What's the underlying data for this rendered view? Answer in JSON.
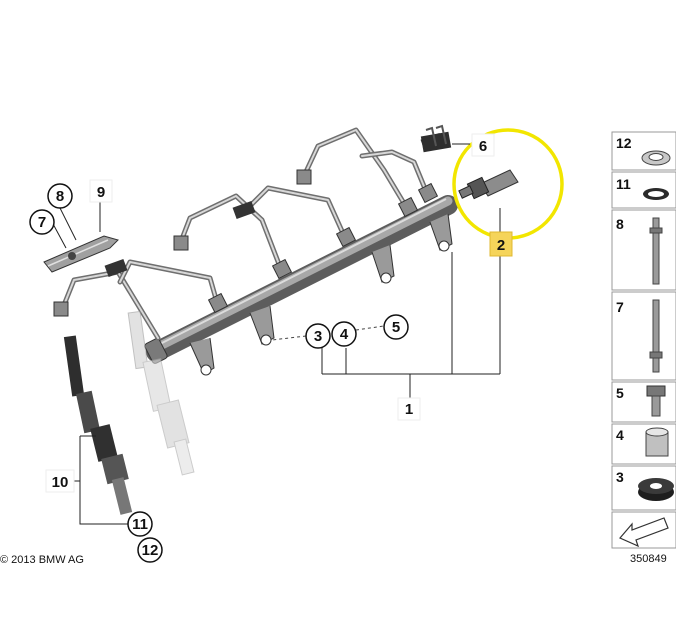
{
  "callouts": {
    "c1": "1",
    "c2": "2",
    "c3": "3",
    "c4": "4",
    "c5": "5",
    "c6": "6",
    "c7": "7",
    "c8": "8",
    "c9": "9",
    "c10": "10",
    "c11": "11",
    "c12": "12"
  },
  "legend": {
    "items": [
      {
        "num": "12",
        "icon": "seal-ring-icon"
      },
      {
        "num": "11",
        "icon": "o-ring-icon"
      },
      {
        "num": "8",
        "icon": "long-stud-icon"
      },
      {
        "num": "7",
        "icon": "stud-bolt-icon"
      },
      {
        "num": "5",
        "icon": "hex-bolt-icon"
      },
      {
        "num": "4",
        "icon": "spacer-sleeve-icon"
      },
      {
        "num": "3",
        "icon": "rubber-grommet-icon"
      }
    ]
  },
  "footer": {
    "copyright": "© 2013 BMW AG",
    "diagram_number": "350849"
  },
  "colors": {
    "highlight_circle": "#f2e600",
    "callout_2_fill": "#f5d45a",
    "line": "#222222",
    "metal": "#8a8a8a"
  }
}
